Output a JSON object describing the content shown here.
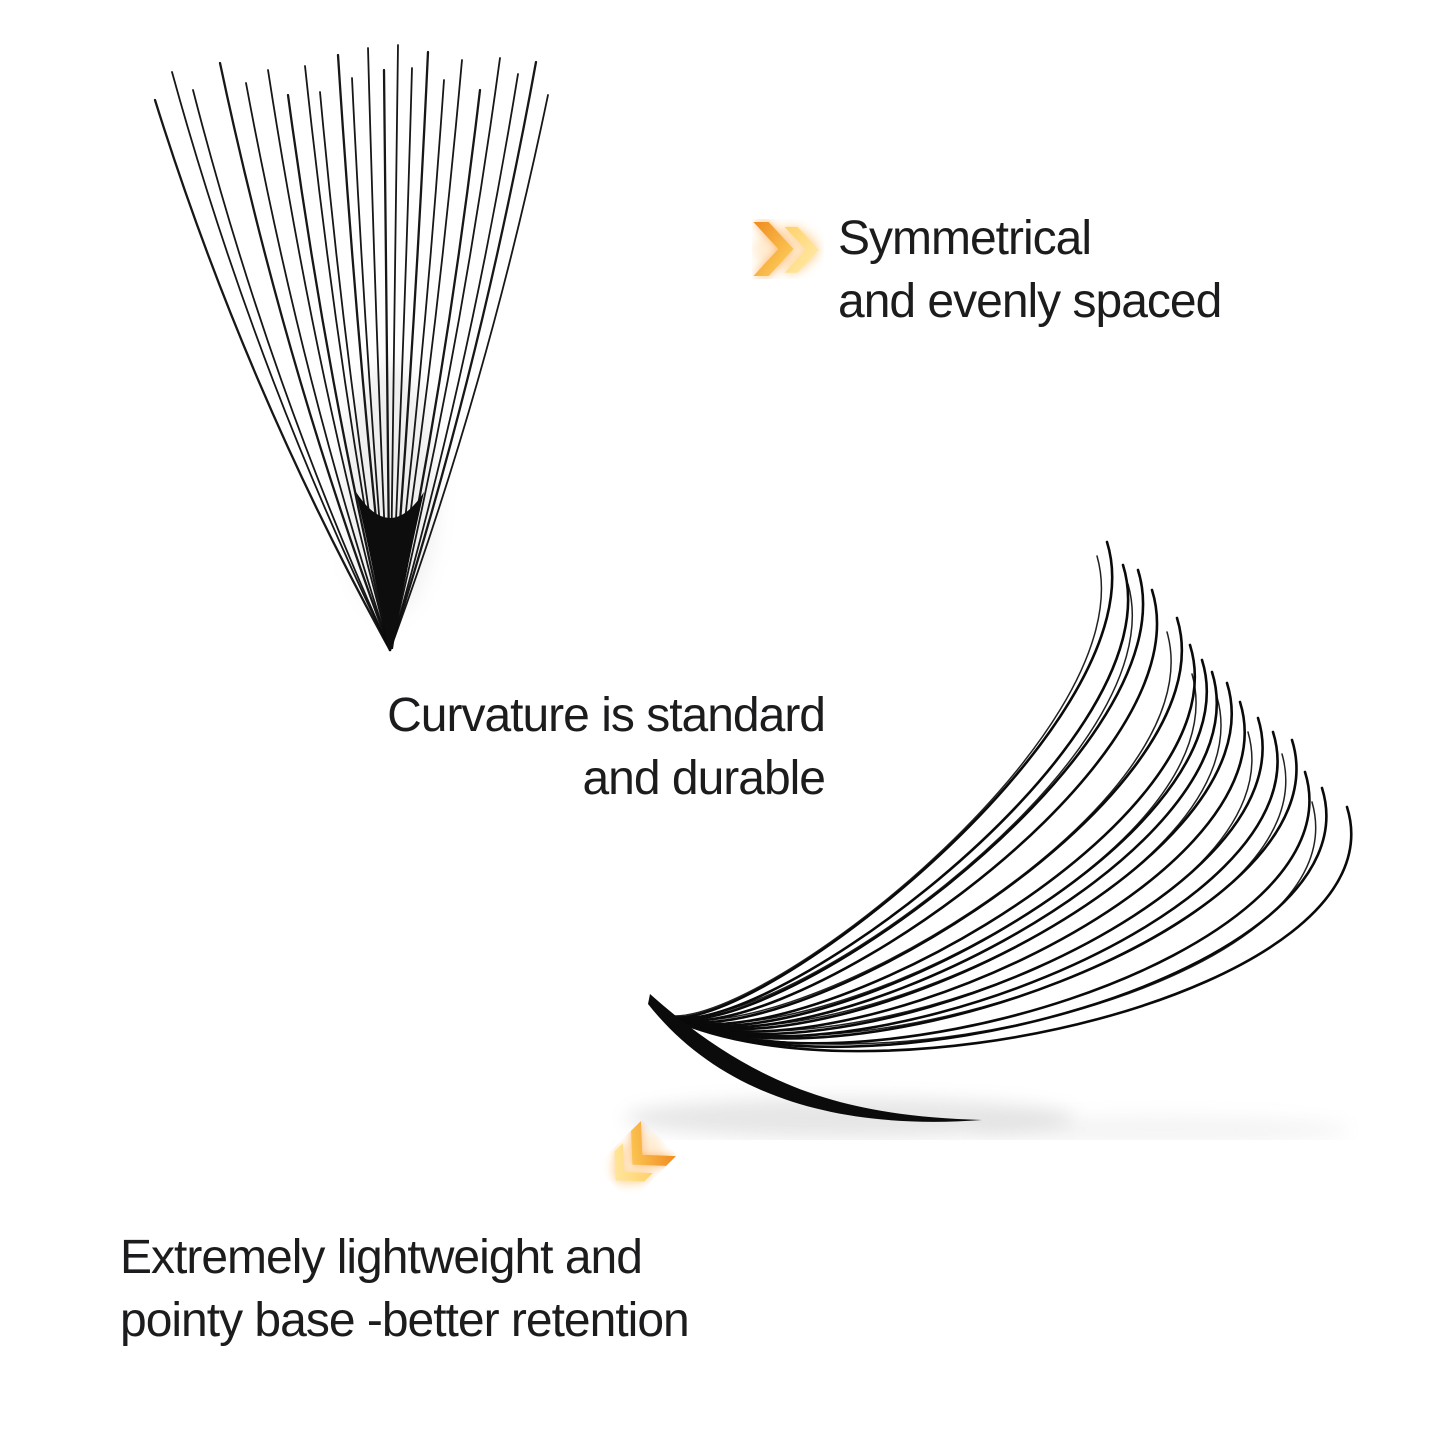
{
  "canvas": {
    "background": "#ffffff",
    "text_color": "#1C1C1E"
  },
  "accent_colors": {
    "chevron_orange": "#F08E24",
    "chevron_yellow": "#FFE184",
    "chevron_glow": "#FFAE55"
  },
  "annotations": {
    "symmetrical": {
      "line1": "Symmetrical",
      "line2": "and evenly spaced"
    },
    "curvature": {
      "line1": "Curvature is standard",
      "line2": "and durable"
    },
    "lightweight": {
      "line1": "Extremely lightweight and",
      "line2": "pointy base -better retention"
    }
  },
  "figures": {
    "lash_fan": {
      "alt": "Upright fan of fine black lashes, symmetrical and evenly spaced, converging to a pointy base"
    },
    "lash_cluster": {
      "alt": "Curled black lash cluster lying on its side with a pointy base"
    }
  },
  "icons": {
    "double_chevron_right": "orange-to-yellow double chevron pointing right with warm glow",
    "double_chevron_down_left": "orange-to-yellow double chevron pointing down-left with warm glow"
  }
}
